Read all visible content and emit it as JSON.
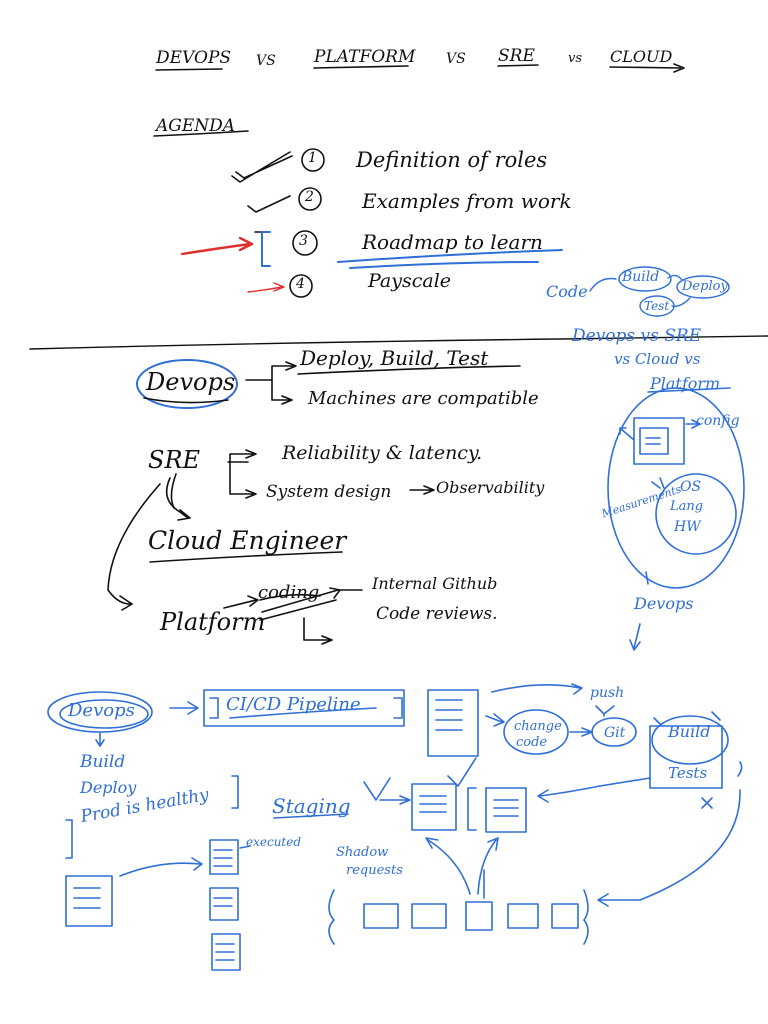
{
  "colors": {
    "ink": "#111111",
    "blue_ink": "#2f6fd6",
    "red_ink": "#e0302e",
    "paper": "#ffffff"
  },
  "title": {
    "devops": "DEVOPS",
    "vs1": "VS",
    "platform": "PLATFORM",
    "vs2": "VS",
    "sre": "SRE",
    "vs3": "vs",
    "cloud": "CLOUD"
  },
  "agenda": {
    "heading": "AGENDA",
    "items": [
      {
        "num": "1",
        "text": "Definition of roles"
      },
      {
        "num": "2",
        "text": "Examples from work"
      },
      {
        "num": "3",
        "text": "Roadmap to learn"
      },
      {
        "num": "4",
        "text": "Payscale"
      }
    ]
  },
  "flow_sketch": {
    "code": "Code",
    "build": "Build",
    "test": "Test",
    "deploy": "Deploy"
  },
  "roles": {
    "devops": "Devops",
    "devops_a": "Deploy, Build, Test",
    "devops_b": "Machines are compatible",
    "sre": "SRE",
    "sre_a": "Reliability & latency.",
    "sre_b": "System design",
    "sre_c": "Observability",
    "cloud": "Cloud Engineer",
    "platform": "Platform",
    "coding": "coding",
    "platform_a": "Internal Github",
    "platform_b": "Code reviews."
  },
  "side_diagram": {
    "title_l1": "Devops vs SRE",
    "title_l2": "vs Cloud vs",
    "title_l3": "Platform",
    "config": "config",
    "measurements": "Measurements",
    "os": "OS",
    "lang": "Lang",
    "hw": "HW",
    "devops": "Devops"
  },
  "example": {
    "devops": "Devops",
    "pipeline": "CI/CD Pipeline",
    "build": "Build",
    "deploy": "Deploy",
    "prod": "Prod is healthy",
    "staging": "Staging",
    "executed": "executed",
    "shadow_l1": "Shadow",
    "shadow_l2": "requests",
    "push": "push",
    "change_l1": "change",
    "change_l2": "code",
    "git": "Git",
    "box_build": "Build",
    "box_tests": "Tests"
  }
}
